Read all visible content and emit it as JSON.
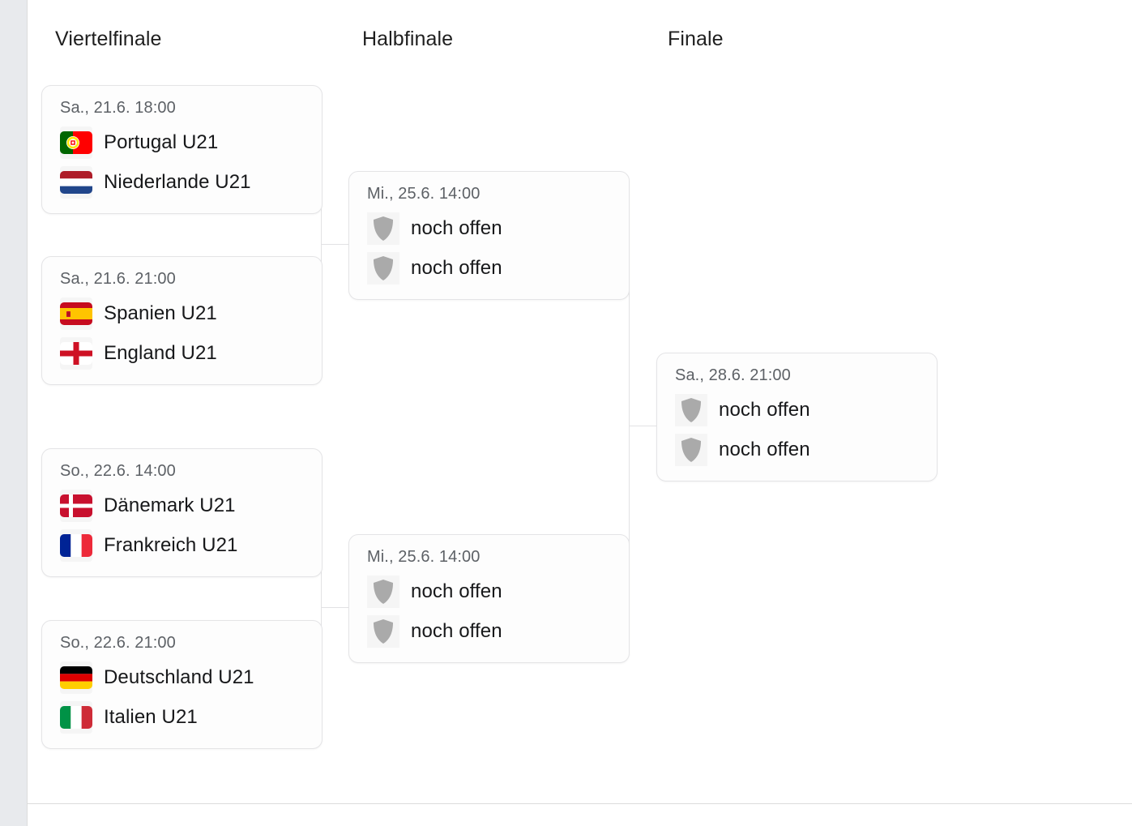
{
  "layout": {
    "rounds": [
      "Viertelfinale",
      "Halbfinale",
      "Finale"
    ]
  },
  "headers": {
    "quarterfinal": "Viertelfinale",
    "semifinal": "Halbfinale",
    "final": "Finale"
  },
  "placeholder_team": "noch offen",
  "colors": {
    "page_background": "#ffffff",
    "gutter": "#e8eaed",
    "card_background": "#fdfdfd",
    "card_border": "#e4e4e6",
    "connector": "#e2e2e4",
    "date_text": "#5d6166",
    "team_text": "#17181a",
    "header_text": "#1f1f1f",
    "shield_fill": "#aaaaaa",
    "chip_background": "#f5f5f5"
  },
  "quarterfinals": [
    {
      "date": "Sa., 21.6. 18:00",
      "teams": [
        {
          "name": "Portugal U21",
          "flag": "flag-portugal-icon"
        },
        {
          "name": "Niederlande U21",
          "flag": "flag-netherlands-icon"
        }
      ]
    },
    {
      "date": "Sa., 21.6. 21:00",
      "teams": [
        {
          "name": "Spanien U21",
          "flag": "flag-spain-icon"
        },
        {
          "name": "England U21",
          "flag": "flag-england-icon"
        }
      ]
    },
    {
      "date": "So., 22.6. 14:00",
      "teams": [
        {
          "name": "Dänemark U21",
          "flag": "flag-denmark-icon"
        },
        {
          "name": "Frankreich U21",
          "flag": "flag-france-icon"
        }
      ]
    },
    {
      "date": "So., 22.6. 21:00",
      "teams": [
        {
          "name": "Deutschland U21",
          "flag": "flag-germany-icon"
        },
        {
          "name": "Italien U21",
          "flag": "flag-italy-icon"
        }
      ]
    }
  ],
  "semifinals": [
    {
      "date": "Mi., 25.6. 14:00",
      "teams": [
        {
          "name": "noch offen",
          "flag": "shield-placeholder-icon"
        },
        {
          "name": "noch offen",
          "flag": "shield-placeholder-icon"
        }
      ]
    },
    {
      "date": "Mi., 25.6. 14:00",
      "teams": [
        {
          "name": "noch offen",
          "flag": "shield-placeholder-icon"
        },
        {
          "name": "noch offen",
          "flag": "shield-placeholder-icon"
        }
      ]
    }
  ],
  "final": {
    "date": "Sa., 28.6. 21:00",
    "teams": [
      {
        "name": "noch offen",
        "flag": "shield-placeholder-icon"
      },
      {
        "name": "noch offen",
        "flag": "shield-placeholder-icon"
      }
    ]
  }
}
